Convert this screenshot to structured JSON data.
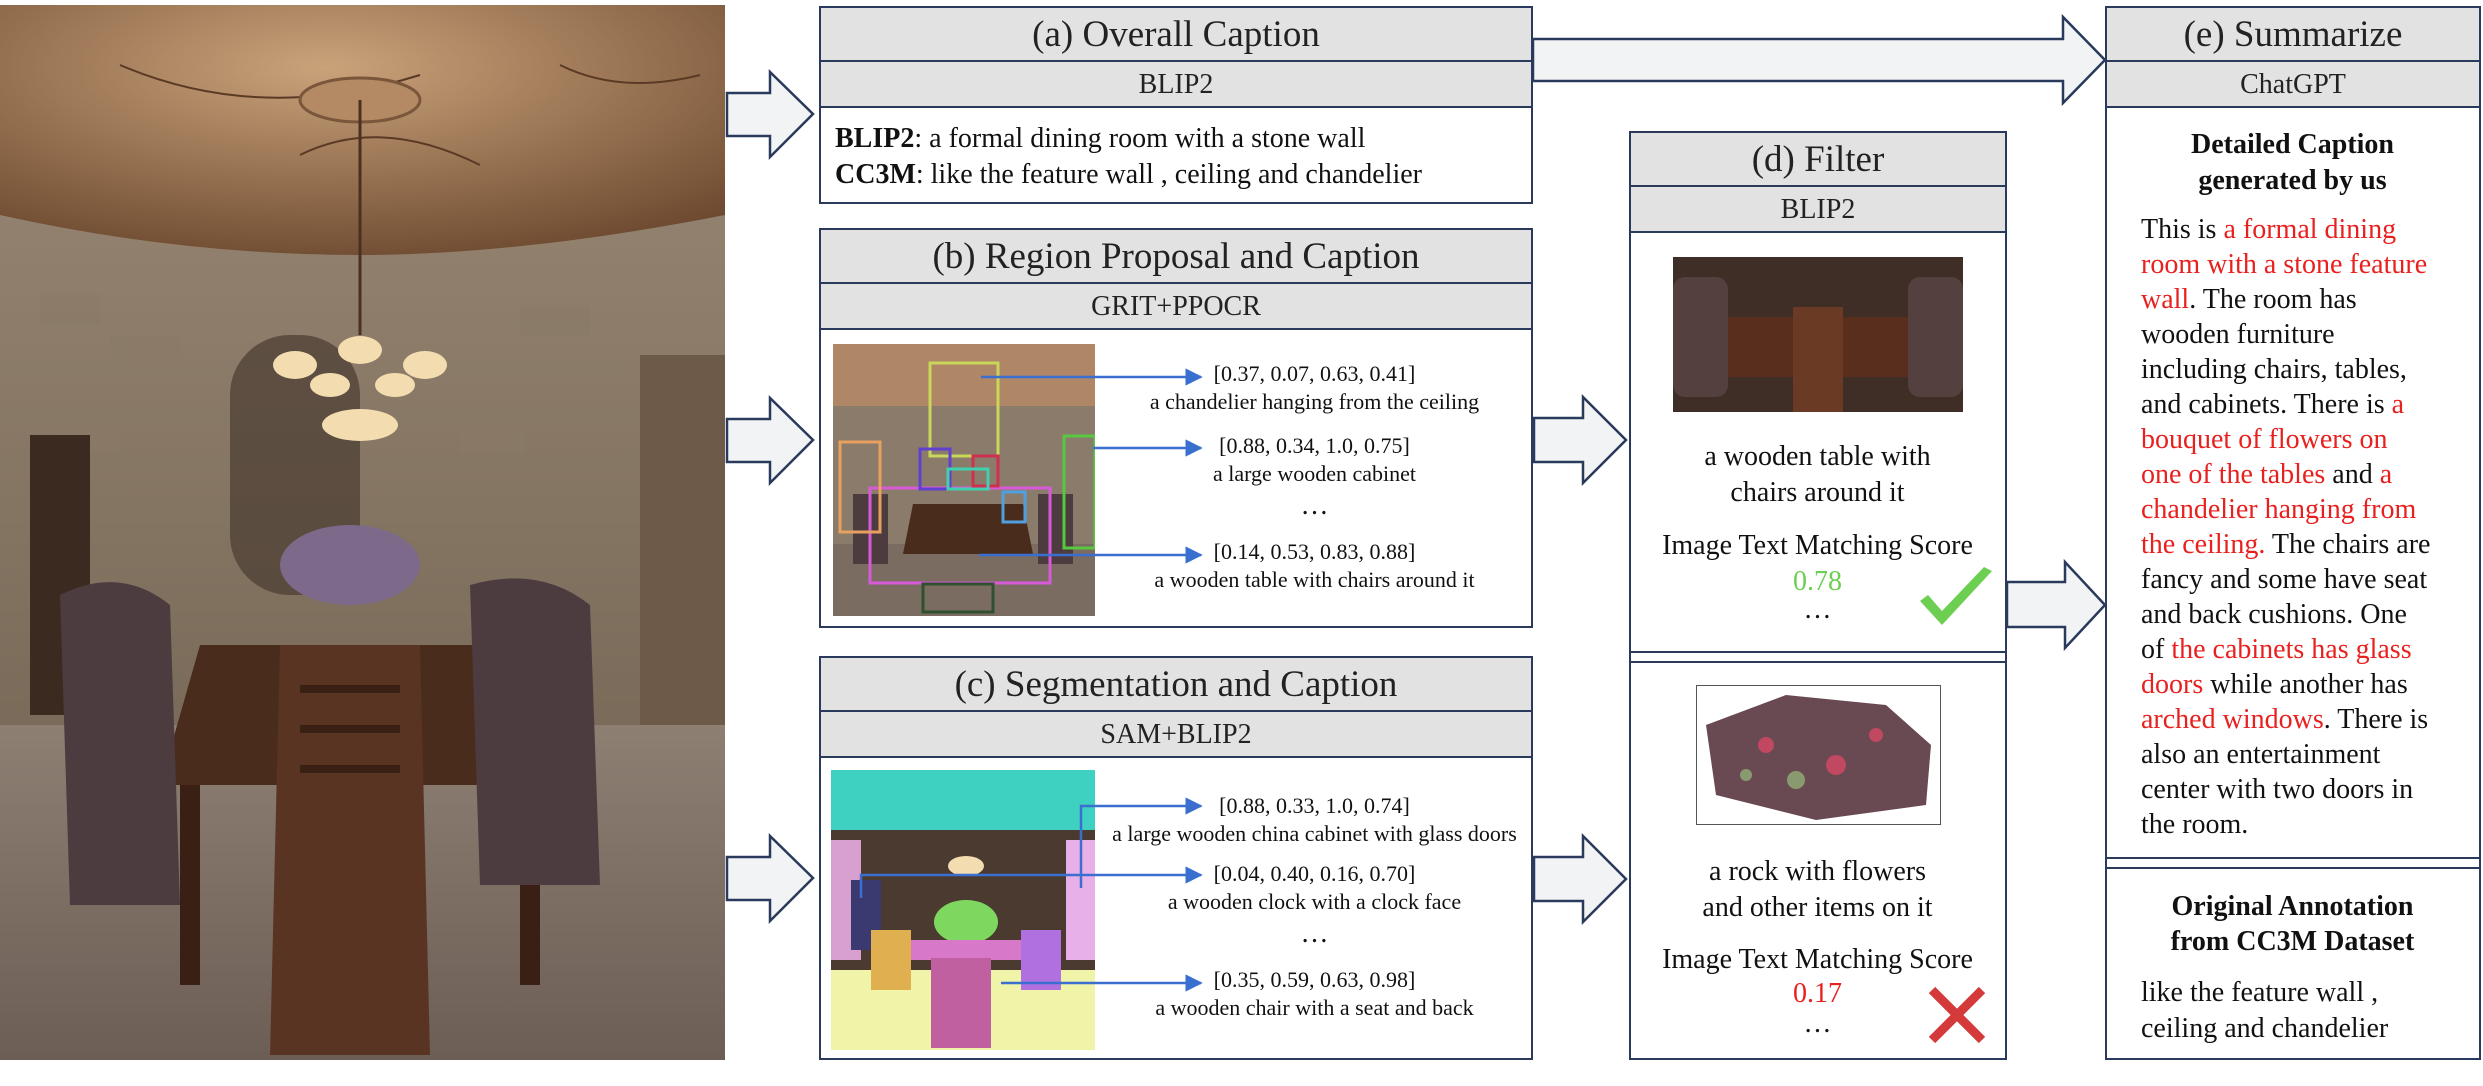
{
  "overall": {
    "title": "(a) Overall Caption",
    "model": "BLIP2",
    "blip2_label": "BLIP2",
    "blip2_text": ": a formal dining room with a stone wall",
    "cc3m_label": "CC3M",
    "cc3m_text": ": like the feature wall , ceiling and chandelier"
  },
  "region": {
    "title": "(b) Region Proposal and Caption",
    "model": "GRIT+PPOCR",
    "items": [
      {
        "bbox": "[0.37, 0.07, 0.63, 0.41]",
        "caption": "a chandelier hanging from the ceiling"
      },
      {
        "bbox": "[0.88, 0.34, 1.0, 0.75]",
        "caption": "a large wooden cabinet"
      },
      {
        "bbox": "[0.14, 0.53, 0.83, 0.88]",
        "caption": "a wooden table with chairs around it"
      }
    ],
    "ellipsis": "…"
  },
  "segment": {
    "title": "(c) Segmentation and Caption",
    "model": "SAM+BLIP2",
    "items": [
      {
        "bbox": "[0.88, 0.33, 1.0, 0.74]",
        "caption": "a large wooden china cabinet with glass doors"
      },
      {
        "bbox": "[0.04, 0.40, 0.16, 0.70]",
        "caption": "a wooden clock with a clock face"
      },
      {
        "bbox": "[0.35, 0.59, 0.63, 0.98]",
        "caption": "a wooden chair with a seat and back"
      }
    ],
    "ellipsis": "…"
  },
  "filter": {
    "title": "(d) Filter",
    "model": "BLIP2",
    "good": {
      "caption_1": "a wooden table with",
      "caption_2": "chairs around it",
      "score_label": "Image Text Matching Score",
      "score": "0.78",
      "ellipsis": "…"
    },
    "bad": {
      "caption_1": "a rock with flowers",
      "caption_2": "and other items on it",
      "score_label": "Image Text Matching Score",
      "score": "0.17",
      "ellipsis": "…"
    }
  },
  "summarize": {
    "title": "(e) Summarize",
    "model": "ChatGPT",
    "detailed_heading_1": "Detailed Caption",
    "detailed_heading_2": "generated by us",
    "lines": [
      [
        {
          "t": "This is ",
          "c": "black"
        },
        {
          "t": "a formal dining",
          "c": "red"
        }
      ],
      [
        {
          "t": "room with a stone feature",
          "c": "red"
        }
      ],
      [
        {
          "t": "wall",
          "c": "red"
        },
        {
          "t": ". The room has",
          "c": "black"
        }
      ],
      [
        {
          "t": "wooden furniture",
          "c": "black"
        }
      ],
      [
        {
          "t": "including chairs, tables,",
          "c": "black"
        }
      ],
      [
        {
          "t": "and cabinets. There is ",
          "c": "black"
        },
        {
          "t": "a",
          "c": "red"
        }
      ],
      [
        {
          "t": "bouquet of flowers on",
          "c": "red"
        }
      ],
      [
        {
          "t": "one of the tables",
          "c": "red"
        },
        {
          "t": " and ",
          "c": "black"
        },
        {
          "t": "a",
          "c": "red"
        }
      ],
      [
        {
          "t": "chandelier hanging from",
          "c": "red"
        }
      ],
      [
        {
          "t": "the ceiling.",
          "c": "red"
        },
        {
          "t": " The chairs are",
          "c": "black"
        }
      ],
      [
        {
          "t": "fancy and some have seat",
          "c": "black"
        }
      ],
      [
        {
          "t": "and back cushions. One",
          "c": "black"
        }
      ],
      [
        {
          "t": "of ",
          "c": "black"
        },
        {
          "t": "the cabinets has glass",
          "c": "red"
        }
      ],
      [
        {
          "t": "doors",
          "c": "red"
        },
        {
          "t": " while another has",
          "c": "black"
        }
      ],
      [
        {
          "t": "arched windows",
          "c": "red"
        },
        {
          "t": ". There is",
          "c": "black"
        }
      ],
      [
        {
          "t": "also an entertainment",
          "c": "black"
        }
      ],
      [
        {
          "t": "center with two doors in",
          "c": "black"
        }
      ],
      [
        {
          "t": "the room.",
          "c": "black"
        }
      ]
    ],
    "original_heading_1": "Original Annotation",
    "original_heading_2": "from CC3M Dataset",
    "original_1": "like the feature wall ,",
    "original_2": "ceiling and chandelier"
  },
  "colors": {
    "border": "#2a3a5c",
    "header": "#e2e2e2",
    "red": "#e8211f",
    "green": "#6ccf52",
    "connector": "#3a6fd0"
  }
}
